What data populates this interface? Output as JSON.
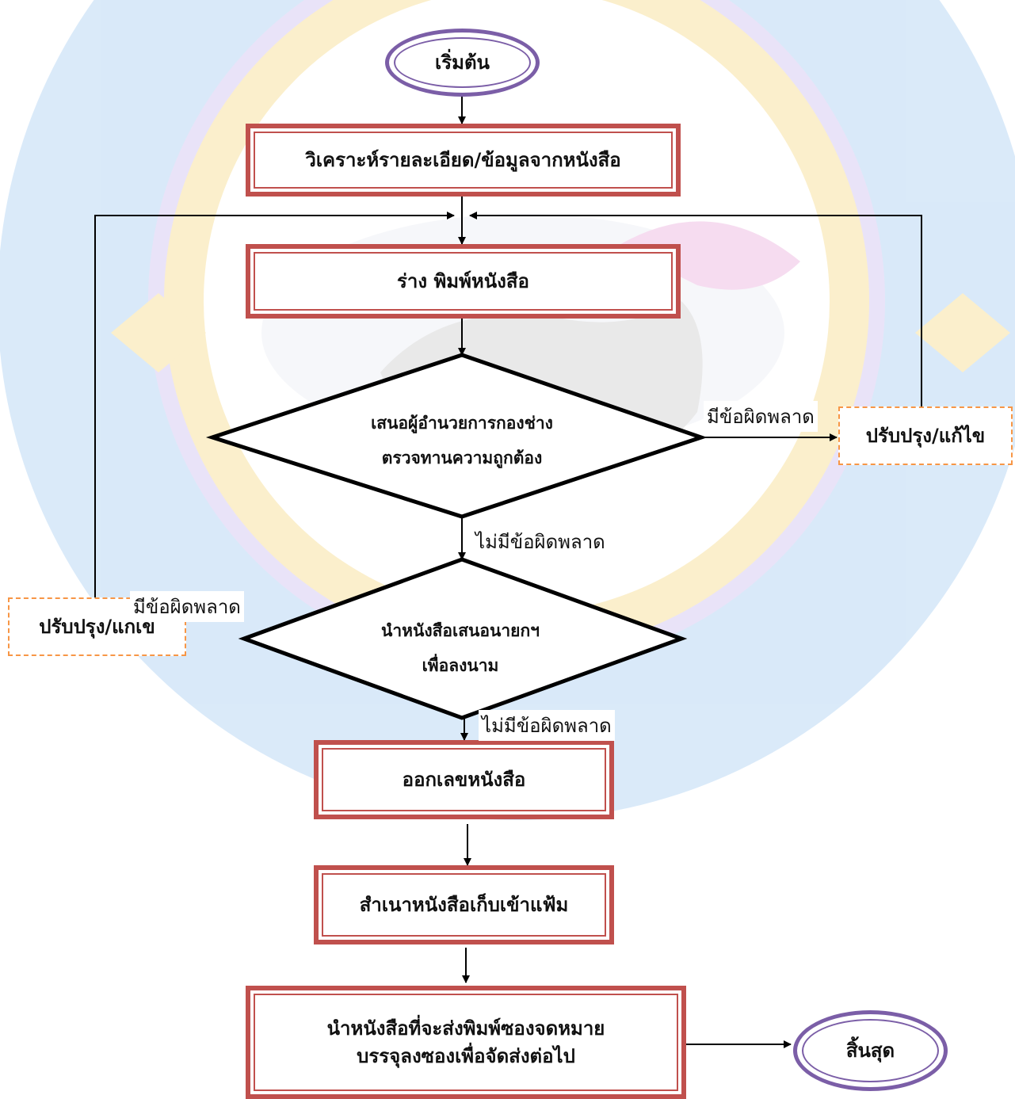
{
  "nodes": {
    "start": "เริ่มต้น",
    "analyze": "วิเคราะห์รายละเอียด/ข้อมูลจากหนังสือ",
    "draft": "ร่าง พิมพ์หนังสือ",
    "decision1_line1": "เสนอผู้อำนวยการกองช่าง",
    "decision1_line2": "ตรวจทานความถูกต้อง",
    "fix_right": "ปรับปรุง/แก้ไข",
    "decision2_line1": "นำหนังสือเสนอนายกฯ",
    "decision2_line2": "เพื่อลงนาม",
    "fix_left": "ปรับปรุง/แกเข",
    "issue_number": "ออกเลขหนังสือ",
    "copy_file": "สำเนาหนังสือเก็บเข้าแฟ้ม",
    "send_line1": "นำหนังสือที่จะส่งพิมพ์ซองจดหมาย",
    "send_line2": "บรรจุลงซองเพื่อจัดส่งต่อไป",
    "end": "สิ้นสุด"
  },
  "labels": {
    "error_right": "มีข้อผิดพลาด",
    "no_error_1": "ไม่มีข้อผิดพลาด",
    "error_left": "มีข้อผิดพลาด",
    "no_error_2": "ไม่มีข้อผิดพลาด"
  },
  "colors": {
    "process_border": "#c0504d",
    "terminal_border": "#7b5ea7",
    "revise_border": "#f79646",
    "seal_blue": "#9ec8f0",
    "seal_gold": "#f5d67a",
    "seal_purple": "#c8b8ee"
  },
  "watermark": {
    "type": "seal-emblem",
    "icon": "elephant-rider-seal"
  }
}
